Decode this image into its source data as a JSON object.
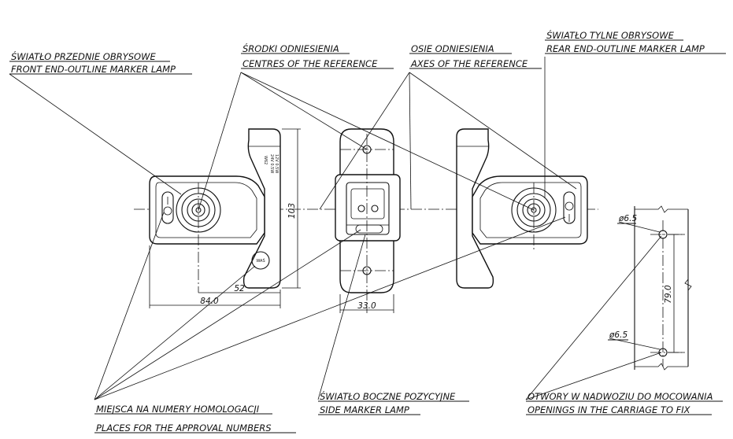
{
  "labels": {
    "front_lamp": {
      "pl": "ŚWIATŁO PRZEDNIE OBRYSOWE",
      "en": "FRONT END-OUTLINE MARKER LAMP"
    },
    "centres": {
      "pl": "ŚRODKI ODNIESIENIA",
      "en": "CENTRES OF THE REFERENCE"
    },
    "axes": {
      "pl": "OSIE ODNIESIENIA",
      "en": "AXES OF THE REFERENCE"
    },
    "rear_lamp": {
      "pl": "ŚWIATŁO TYLNE OBRYSOWE",
      "en": "REAR END-OUTLINE MARKER LAMP"
    },
    "approval": {
      "pl": "MIEJSCA NA NUMERY HOMOLOGACJI",
      "en": "PLACES FOR THE APPROVAL NUMBERS"
    },
    "side_lamp": {
      "pl": "ŚWIATŁO BOCZNE POZYCYJNE",
      "en": "SIDE MARKER LAMP"
    },
    "openings": {
      "pl": "OTWORY W NADWOZIU DO MOCOWANIA",
      "en": "OPENINGS IN THE CARRIAGE TO FIX"
    }
  },
  "dimensions": {
    "width_84": "84.0",
    "width_52": "52",
    "height_103": "103",
    "width_33": "33.0",
    "spacing_79": "79.0",
    "hole_top": "ø6.5",
    "hole_bottom": "ø6.5"
  },
  "markings": {
    "part_code": "W62",
    "rating_1": "24V 0.5W",
    "rating_2": "12V 0.5W",
    "brand": "WAŚ"
  }
}
